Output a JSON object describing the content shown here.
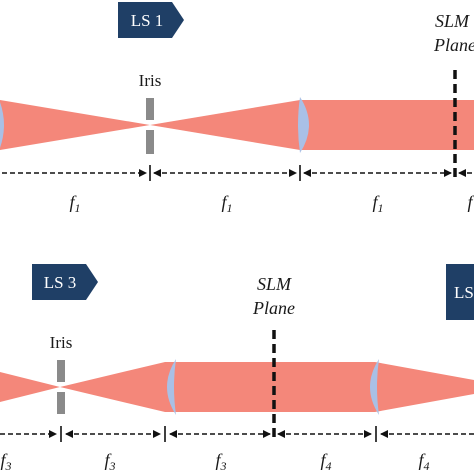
{
  "colors": {
    "beam": "#f4877a",
    "lens": "#a9c0e6",
    "iris": "#8a8a8a",
    "tag": "#1f3f66",
    "line": "#111111"
  },
  "top": {
    "tag_ls1": "LS 1",
    "iris_label": "Iris",
    "slm_line1": "SLM",
    "slm_line2": "Plane",
    "f_labels": [
      {
        "base": "f",
        "sub": "1"
      },
      {
        "base": "f",
        "sub": "1"
      },
      {
        "base": "f",
        "sub": "1"
      },
      {
        "base": "f",
        "sub": ""
      }
    ]
  },
  "bottom": {
    "tag_ls3": "LS 3",
    "tag_right": "LS",
    "iris_label": "Iris",
    "slm_line1": "SLM",
    "slm_line2": "Plane",
    "f_labels": [
      {
        "base": "f",
        "sub": "3"
      },
      {
        "base": "f",
        "sub": "3"
      },
      {
        "base": "f",
        "sub": "3"
      },
      {
        "base": "f",
        "sub": "4"
      },
      {
        "base": "f",
        "sub": "4"
      }
    ]
  }
}
